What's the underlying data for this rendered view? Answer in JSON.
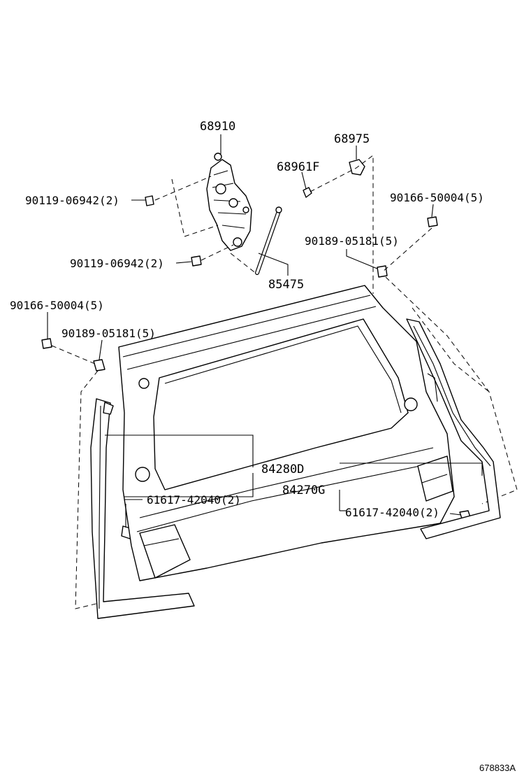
{
  "diagram": {
    "reference_code": "678833A",
    "labels": {
      "lock_assembly": "68910",
      "damper_stay": "68975",
      "stay_bolt": "68961F",
      "bolt_upper_left": "90119-06942(2)",
      "bolt_lower_left": "90119-06942(2)",
      "strut_rod": "85475",
      "screw_right": "90166-50004(5)",
      "clip_right": "90189-05181(5)",
      "screw_left": "90166-50004(5)",
      "clip_left": "90189-05181(5)",
      "trim_left": "84280D",
      "trim_right": "84270G",
      "fastener_left": "61617-42040(2)",
      "fastener_right": "61617-42040(2)"
    }
  }
}
